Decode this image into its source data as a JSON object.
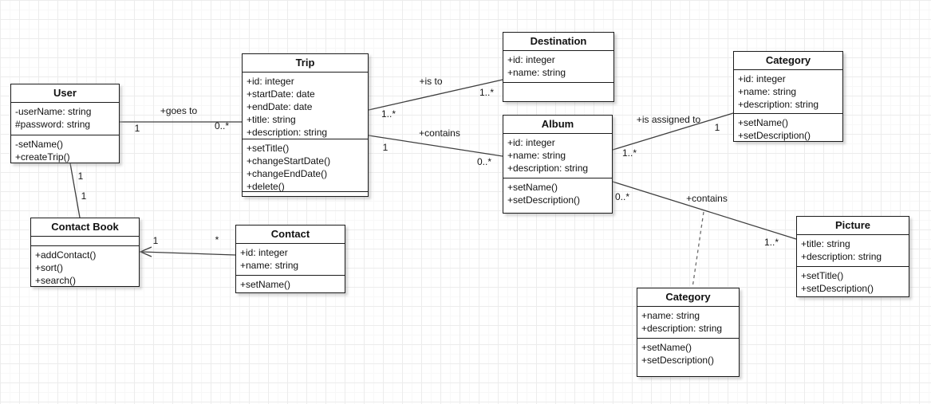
{
  "diagram_type": "uml-class-diagram",
  "colors": {
    "background": "#ffffff",
    "grid_major": "#ececec",
    "grid_minor": "#f8f8f8",
    "box_fill": "#ffffff",
    "box_border": "#1b1b1b",
    "line": "#3e3e3e",
    "text": "#111111"
  },
  "classes": [
    {
      "name": "User",
      "attributes": [
        "-userName: string",
        "#password: string"
      ],
      "methods": [
        "-setName()",
        "+createTrip()"
      ]
    },
    {
      "name": "Trip",
      "attributes": [
        "+id: integer",
        "+startDate: date",
        "+endDate: date",
        "+title: string",
        "+description: string"
      ],
      "methods": [
        "+setTitle()",
        "+changeStartDate()",
        "+changeEndDate()",
        "+delete()"
      ]
    },
    {
      "name": "Destination",
      "attributes": [
        "+id: integer",
        "+name: string"
      ],
      "methods": []
    },
    {
      "name": "Album",
      "attributes": [
        "+id: integer",
        "+name: string",
        "+description: string"
      ],
      "methods": [
        "+setName()",
        "+setDescription()"
      ]
    },
    {
      "name": "Category",
      "attributes": [
        "+id: integer",
        "+name: string",
        "+description: string"
      ],
      "methods": [
        "+setName()",
        "+setDescription()"
      ]
    },
    {
      "name": "Contact Book",
      "attributes": [],
      "methods": [
        "+addContact()",
        "+sort()",
        "+search()"
      ]
    },
    {
      "name": "Contact",
      "attributes": [
        "+id: integer",
        "+name: string"
      ],
      "methods": [
        "+setName()"
      ]
    },
    {
      "name": "Picture",
      "attributes": [
        "+title: string",
        "+description: string"
      ],
      "methods": [
        "+setTitle()",
        "+setDescription()"
      ]
    },
    {
      "name": "Category",
      "attributes": [
        "+name: string",
        "+description: string"
      ],
      "methods": [
        "+setName()",
        "+setDescription()"
      ]
    }
  ],
  "associations": [
    {
      "name": "+goes to",
      "source": "User",
      "target": "Trip",
      "source_mult": "1",
      "target_mult": "0..*"
    },
    {
      "name": "",
      "source": "User",
      "target": "Contact Book",
      "source_mult": "1",
      "target_mult": "1"
    },
    {
      "name": "",
      "source": "Contact",
      "target": "Contact Book",
      "source_mult": "*",
      "target_mult": "1",
      "arrow": "open-arrow-at-contact-book"
    },
    {
      "name": "+is to",
      "source": "Trip",
      "target": "Destination",
      "source_mult": "1..*",
      "target_mult": "1..*"
    },
    {
      "name": "+contains",
      "source": "Trip",
      "target": "Album",
      "source_mult": "1",
      "target_mult": "0..*"
    },
    {
      "name": "+is assigned to",
      "source": "Album",
      "target": "Category",
      "source_mult": "1..*",
      "target_mult": "1"
    },
    {
      "name": "+contains",
      "source": "Album",
      "target": "Picture",
      "source_mult": "0..*",
      "target_mult": "1..*"
    },
    {
      "name": "",
      "source": "Album–Picture contains association",
      "target": "Category (association class)",
      "style": "dashed"
    }
  ]
}
